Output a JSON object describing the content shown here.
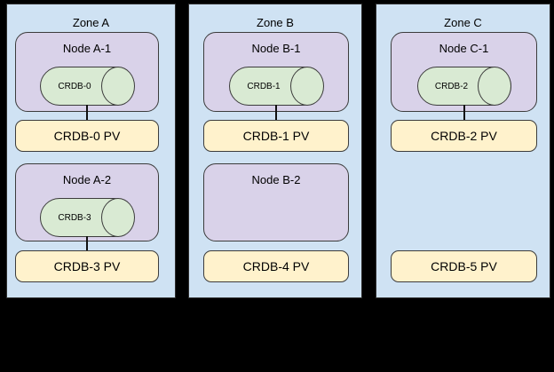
{
  "zones": [
    {
      "label": "Zone A",
      "nodes": [
        {
          "label": "Node A-1",
          "pod": {
            "label": "CRDB-0"
          }
        },
        {
          "label": "Node A-2",
          "pod": {
            "label": "CRDB-3"
          }
        }
      ],
      "pvs": [
        {
          "label": "CRDB-0 PV"
        },
        {
          "label": "CRDB-3 PV"
        }
      ]
    },
    {
      "label": "Zone B",
      "nodes": [
        {
          "label": "Node B-1",
          "pod": {
            "label": "CRDB-1"
          }
        },
        {
          "label": "Node B-2"
        }
      ],
      "pvs": [
        {
          "label": "CRDB-1 PV"
        },
        {
          "label": "CRDB-4 PV"
        }
      ]
    },
    {
      "label": "Zone C",
      "nodes": [
        {
          "label": "Node C-1",
          "pod": {
            "label": "CRDB-2"
          }
        }
      ],
      "pvs": [
        {
          "label": "CRDB-2 PV"
        },
        {
          "label": "CRDB-5 PV"
        }
      ]
    }
  ],
  "colors": {
    "background": "#000000",
    "zone_fill": "#cfe2f3",
    "zone_border": "#2f2f2f",
    "node_fill": "#d9d2e9",
    "pod_fill": "#d9ead3",
    "pv_fill": "#fff2cc",
    "shape_border": "#3c3c3c",
    "connector": "#111111",
    "text": "#000000"
  }
}
